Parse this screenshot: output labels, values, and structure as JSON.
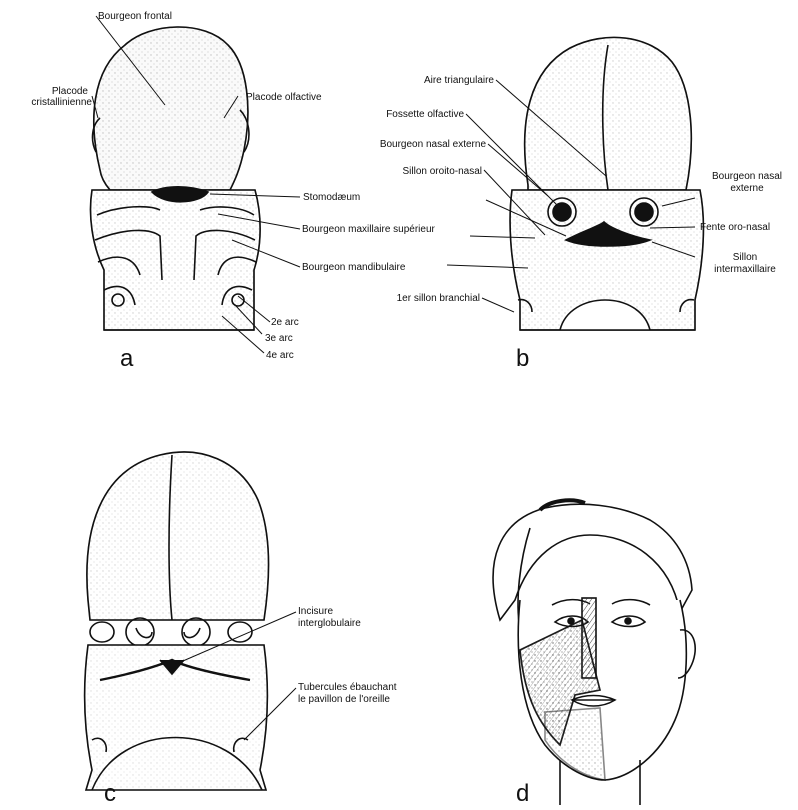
{
  "panels": [
    "a",
    "b",
    "c",
    "d"
  ],
  "labels_a": {
    "bourgeon_frontal": "Bourgeon frontal",
    "placode_cristallinienne_l1": "Placode",
    "placode_cristallinienne_l2": "cristallinienne",
    "placode_olfactive": "Placode olfactive",
    "stomodaeum": "Stomodæum",
    "bourgeon_maxillaire_superieur": "Bourgeon maxillaire supérieur",
    "bourgeon_mandibulaire": "Bourgeon mandibulaire",
    "arc_2": "2e arc",
    "arc_3": "3e arc",
    "arc_4": "4e arc"
  },
  "labels_b": {
    "aire_triangulaire": "Aire triangulaire",
    "fossette_olfactive": "Fossette olfactive",
    "bourgeon_nasal_externe_left": "Bourgeon nasal externe",
    "sillon_oroito_nasal": "Sillon oroito-nasal",
    "bourgeon_nasal_externe_right_l1": "Bourgeon nasal",
    "bourgeon_nasal_externe_right_l2": "externe",
    "fente_oro_nasal": "Fente oro-nasal",
    "sillon_intermaxillaire_l1": "Sillon",
    "sillon_intermaxillaire_l2": "intermaxillaire",
    "premier_sillon_branchial": "1er sillon branchial"
  },
  "labels_c": {
    "incisure_l1": "Incisure",
    "incisure_l2": "interglobulaire",
    "tubercules_l1": "Tubercules ébauchant",
    "tubercules_l2": "le pavillon de l'oreille"
  }
}
